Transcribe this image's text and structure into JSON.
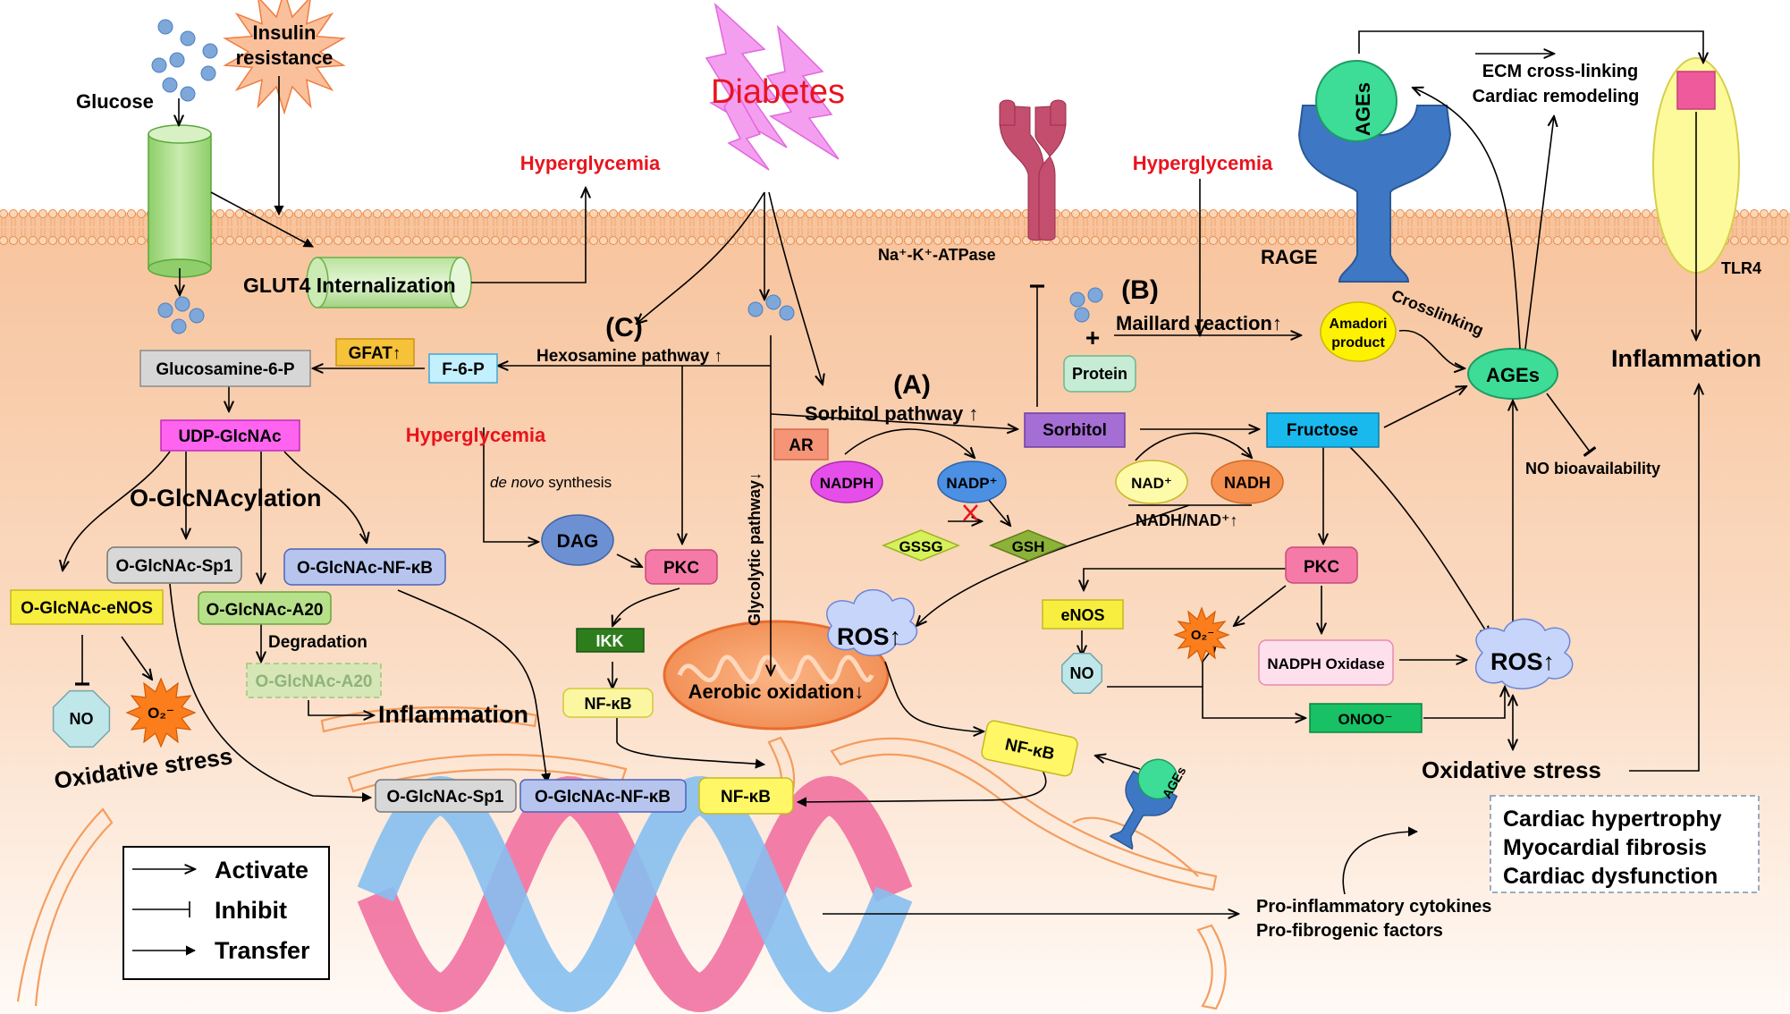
{
  "labels": {
    "diabetes": "Diabetes",
    "insulin_resistance_1": "Insulin",
    "insulin_resistance_2": "resistance",
    "glucose": "Glucose",
    "hyperglycemia_top": "Hyperglycemia",
    "hyperglycemia_right": "Hyperglycemia",
    "hyperglycemia_mid": "Hyperglycemia",
    "glut4": "GLUT4 Internalization",
    "pathway_c": "(C)",
    "hexosamine": "Hexosamine pathway ↑",
    "glucosamine": "Glucosamine-6-P",
    "gfat": "GFAT↑",
    "f6p": "F-6-P",
    "udp": "UDP-GlcNAc",
    "oglcnacylation": "O-GlcNAcylation",
    "og_sp1": "O-GlcNAc-Sp1",
    "og_nfkb": "O-GlcNAc-NF-κB",
    "og_enos": "O-GlcNAc-eNOS",
    "og_a20": "O-GlcNAc-A20",
    "degradation": "Degradation",
    "og_a20_faded": "O-GlcNAc-A20",
    "inflammation_left": "Inflammation",
    "no_left": "NO",
    "o2_left": "O₂⁻",
    "oxidative_left": "Oxidative stress",
    "denovo_italic": "de novo",
    "denovo_rest": " synthesis",
    "dag": "DAG",
    "pkc_left": "PKC",
    "ikk": "IKK",
    "nfkb_left": "NF-κB",
    "glycolytic": "Glycolytic pathway↓",
    "aerobic": "Aerobic oxidation↓",
    "pathway_a": "(A)",
    "sorbitol_pathway": "Sorbitol pathway ↑",
    "ar": "AR",
    "nadph": "NADPH",
    "nadp": "NADP⁺",
    "gssg": "GSSG",
    "gsh": "GSH",
    "sorbitol": "Sorbitol",
    "fructose": "Fructose",
    "nad": "NAD⁺",
    "nadh": "NADH",
    "nadh_ratio": "NADH/NAD⁺↑",
    "atpase": "Na⁺-K⁺-ATPase",
    "pathway_b": "(B)",
    "plus": "+",
    "maillard": "Maillard reaction↑",
    "protein": "Protein",
    "amadori_1": "Amadori",
    "amadori_2": "product",
    "crosslinking": "Crosslinking",
    "ages_main": "AGEs",
    "ages_receptor": "AGEs",
    "ages_small": "AGEs",
    "rage": "RAGE",
    "ecm_1": "ECM cross-linking",
    "ecm_2": "Cardiac remodeling",
    "tlr4": "TLR4",
    "inflammation_right": "Inflammation",
    "no_bio": "NO bioavailability",
    "ros_mid": "ROS↑",
    "ros_right": "ROS↑",
    "pkc_right": "PKC",
    "enos": "eNOS",
    "no_right": "NO",
    "o2_right": "O₂⁻",
    "nadph_oxidase": "NADPH Oxidase",
    "onoo": "ONOO⁻",
    "oxidative_right": "Oxidative stress",
    "nfkb_mid": "NF-κB",
    "nuc_sp1": "O-GlcNAc-Sp1",
    "nuc_nfkb": "O-GlcNAc-NF-κB",
    "nuc_nfkb2": "NF-κB",
    "outcome_1": "Cardiac hypertrophy",
    "outcome_2": "Myocardial fibrosis",
    "outcome_3": "Cardiac dysfunction",
    "cytokines_1": "Pro-inflammatory cytokines",
    "cytokines_2": "Pro-fibrogenic factors"
  },
  "legend": {
    "activate": "Activate",
    "inhibit": "Inhibit",
    "transfer": "Transfer"
  },
  "colors": {
    "red_text": "#e8141e",
    "cell_top": "#f7c49f",
    "cell_bottom": "#fffaf6",
    "diabetes_bolt": "#f39cf0"
  }
}
